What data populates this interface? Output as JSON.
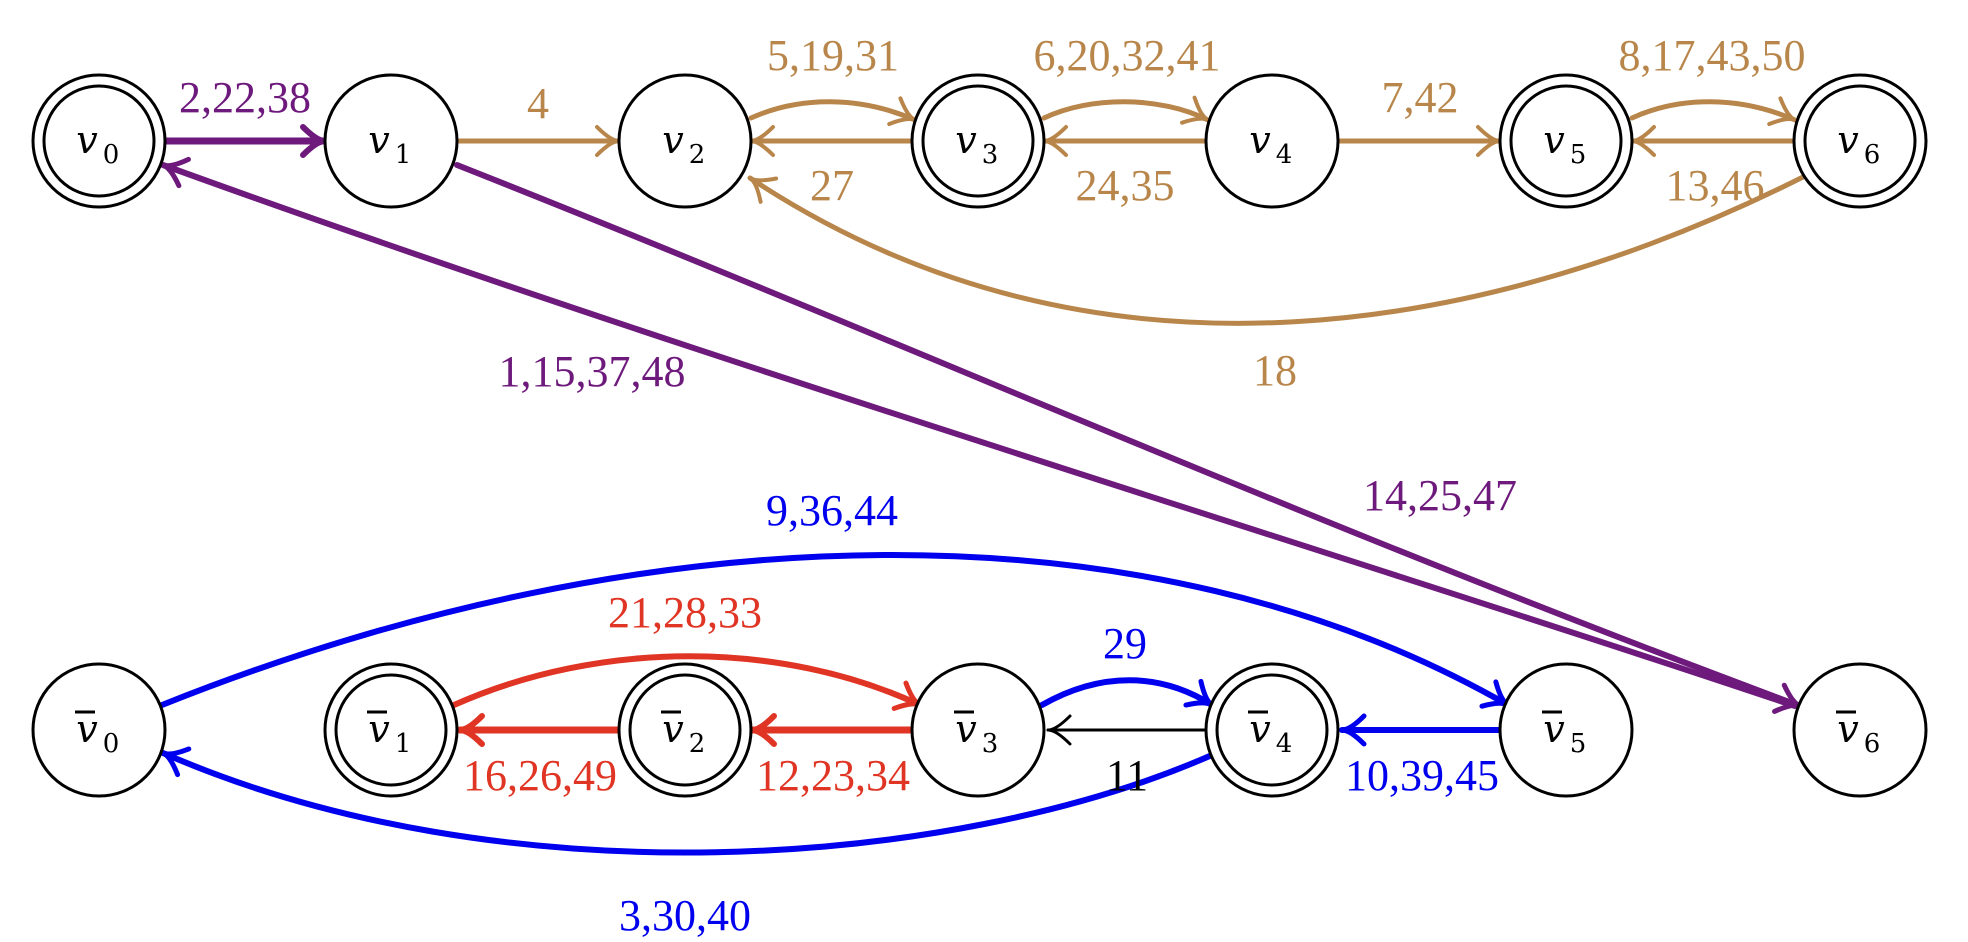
{
  "colors": {
    "purple": "#6e1a7c",
    "brown": "#b8864a",
    "blue": "#0000ee",
    "red": "#e03524",
    "black": "#000000"
  },
  "nodes": [
    {
      "id": "v0",
      "name": "v",
      "sub": "0",
      "bar": false,
      "double": true
    },
    {
      "id": "v1",
      "name": "v",
      "sub": "1",
      "bar": false,
      "double": false
    },
    {
      "id": "v2",
      "name": "v",
      "sub": "2",
      "bar": false,
      "double": false
    },
    {
      "id": "v3",
      "name": "v",
      "sub": "3",
      "bar": false,
      "double": true
    },
    {
      "id": "v4",
      "name": "v",
      "sub": "4",
      "bar": false,
      "double": false
    },
    {
      "id": "v5",
      "name": "v",
      "sub": "5",
      "bar": false,
      "double": true
    },
    {
      "id": "v6",
      "name": "v",
      "sub": "6",
      "bar": false,
      "double": true
    },
    {
      "id": "b0",
      "name": "v",
      "sub": "0",
      "bar": true,
      "double": false
    },
    {
      "id": "b1",
      "name": "v",
      "sub": "1",
      "bar": true,
      "double": true
    },
    {
      "id": "b2",
      "name": "v",
      "sub": "2",
      "bar": true,
      "double": true
    },
    {
      "id": "b3",
      "name": "v",
      "sub": "3",
      "bar": true,
      "double": false
    },
    {
      "id": "b4",
      "name": "v",
      "sub": "4",
      "bar": true,
      "double": true
    },
    {
      "id": "b5",
      "name": "v",
      "sub": "5",
      "bar": true,
      "double": false
    },
    {
      "id": "b6",
      "name": "v",
      "sub": "6",
      "bar": true,
      "double": false
    }
  ],
  "edges": [
    {
      "from": "v0",
      "to": "v1",
      "label": "2,22,38",
      "color": "purple"
    },
    {
      "from": "v1",
      "to": "v2",
      "label": "4",
      "color": "brown"
    },
    {
      "from": "v2",
      "to": "v3",
      "label": "5,19,31",
      "color": "brown"
    },
    {
      "from": "v3",
      "to": "v2",
      "label": "27",
      "color": "brown"
    },
    {
      "from": "v3",
      "to": "v4",
      "label": "6,20,32,41",
      "color": "brown"
    },
    {
      "from": "v4",
      "to": "v3",
      "label": "24,35",
      "color": "brown"
    },
    {
      "from": "v4",
      "to": "v5",
      "label": "7,42",
      "color": "brown"
    },
    {
      "from": "v5",
      "to": "v6",
      "label": "8,17,43,50",
      "color": "brown"
    },
    {
      "from": "v6",
      "to": "v5",
      "label": "13,46",
      "color": "brown"
    },
    {
      "from": "v6",
      "to": "v2",
      "label": "18",
      "color": "brown"
    },
    {
      "from": "b6",
      "to": "v0",
      "label": "1,15,37,48",
      "color": "purple"
    },
    {
      "from": "v1",
      "to": "b6",
      "label": "14,25,47",
      "color": "purple"
    },
    {
      "from": "b0",
      "to": "b5",
      "label": "9,36,44",
      "color": "blue"
    },
    {
      "from": "b1",
      "to": "b3",
      "label": "21,28,33",
      "color": "red"
    },
    {
      "from": "b3",
      "to": "b4",
      "label": "29",
      "color": "blue"
    },
    {
      "from": "b2",
      "to": "b1",
      "label": "16,26,49",
      "color": "red"
    },
    {
      "from": "b3",
      "to": "b2",
      "label": "12,23,34",
      "color": "red"
    },
    {
      "from": "b4",
      "to": "b3",
      "label": "11",
      "color": "black"
    },
    {
      "from": "b5",
      "to": "b4",
      "label": "10,39,45",
      "color": "blue"
    },
    {
      "from": "b4",
      "to": "b0",
      "label": "3,30,40",
      "color": "blue"
    }
  ]
}
